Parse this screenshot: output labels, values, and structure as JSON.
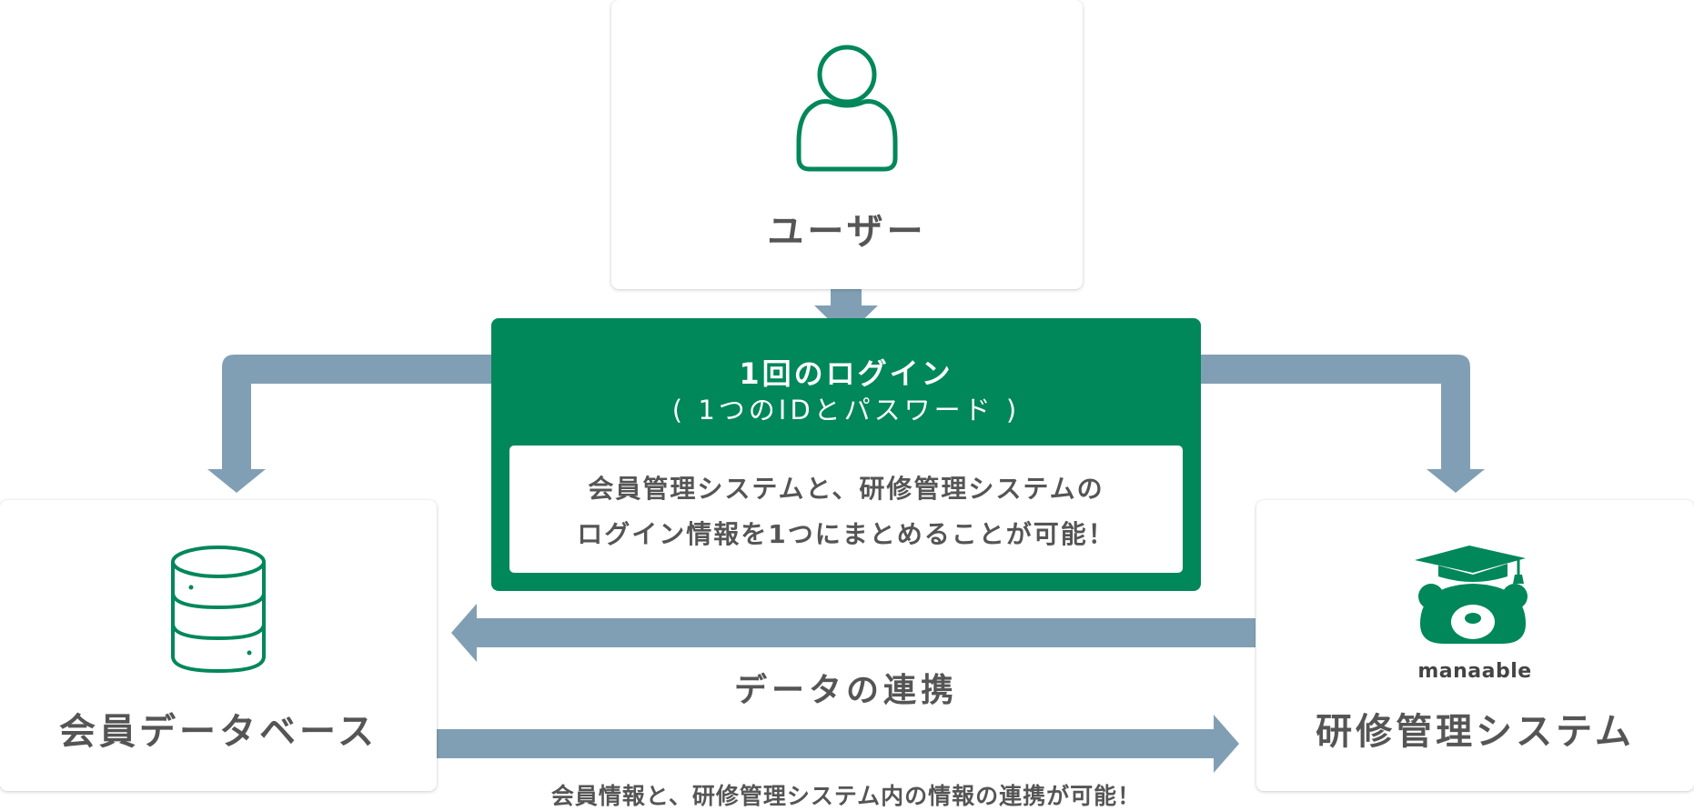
{
  "colors": {
    "green": "#00875a",
    "arrow": "#819fb4",
    "text": "#555555",
    "card_bg": "#ffffff"
  },
  "user_card": {
    "label": "ユーザー",
    "icon": "user-icon"
  },
  "login_box": {
    "title": "1回のログイン",
    "subtitle": "( 1つのIDとパスワード )",
    "description_line1": "会員管理システムと、研修管理システムの",
    "description_line2": "ログイン情報を1つにまとめることが可能！"
  },
  "database_card": {
    "label": "会員データベース",
    "icon": "database-icon"
  },
  "lms_card": {
    "label": "研修管理システム",
    "logo_text": "manaable",
    "icon": "manaable-logo-icon"
  },
  "sync": {
    "label": "データの連携",
    "caption": "会員情報と、研修管理システム内の情報の連携が可能！"
  }
}
